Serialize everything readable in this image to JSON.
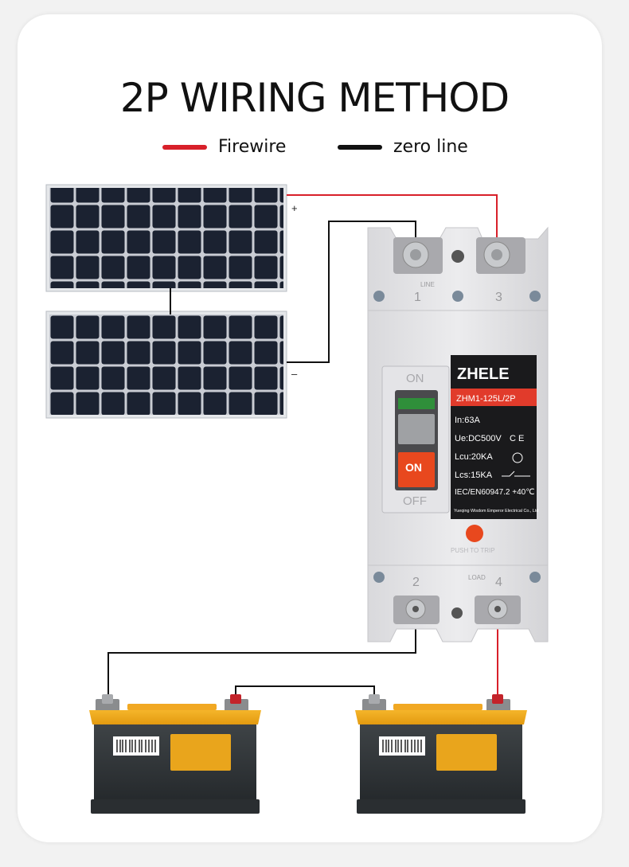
{
  "title": "2P WIRING METHOD",
  "legend": {
    "fire_label": "Firewire",
    "fire_color": "#d8202a",
    "zero_label": "zero line",
    "zero_color": "#111111"
  },
  "panels": {
    "plus_label": "+",
    "minus_label": "–"
  },
  "breaker": {
    "brand": "ZHELE",
    "model": "ZHM1-125L/2P",
    "in": "In:63A",
    "ue": "Ue:DC500V",
    "ce": "C E",
    "lcu": "Lcu:20KA",
    "lcs": "Lcs:15KA",
    "std": "IEC/EN60947.2 +40℃",
    "maker": "Yueqing Wisdom Emperor Electrical Co., Ltd",
    "on_top": "ON",
    "on_handle": "ON",
    "off": "OFF",
    "push_to_trip": "PUSH TO TRIP",
    "line_label": "LINE",
    "load_label": "LOAD",
    "t1": "1",
    "t2": "2",
    "t3": "3",
    "t4": "4"
  }
}
